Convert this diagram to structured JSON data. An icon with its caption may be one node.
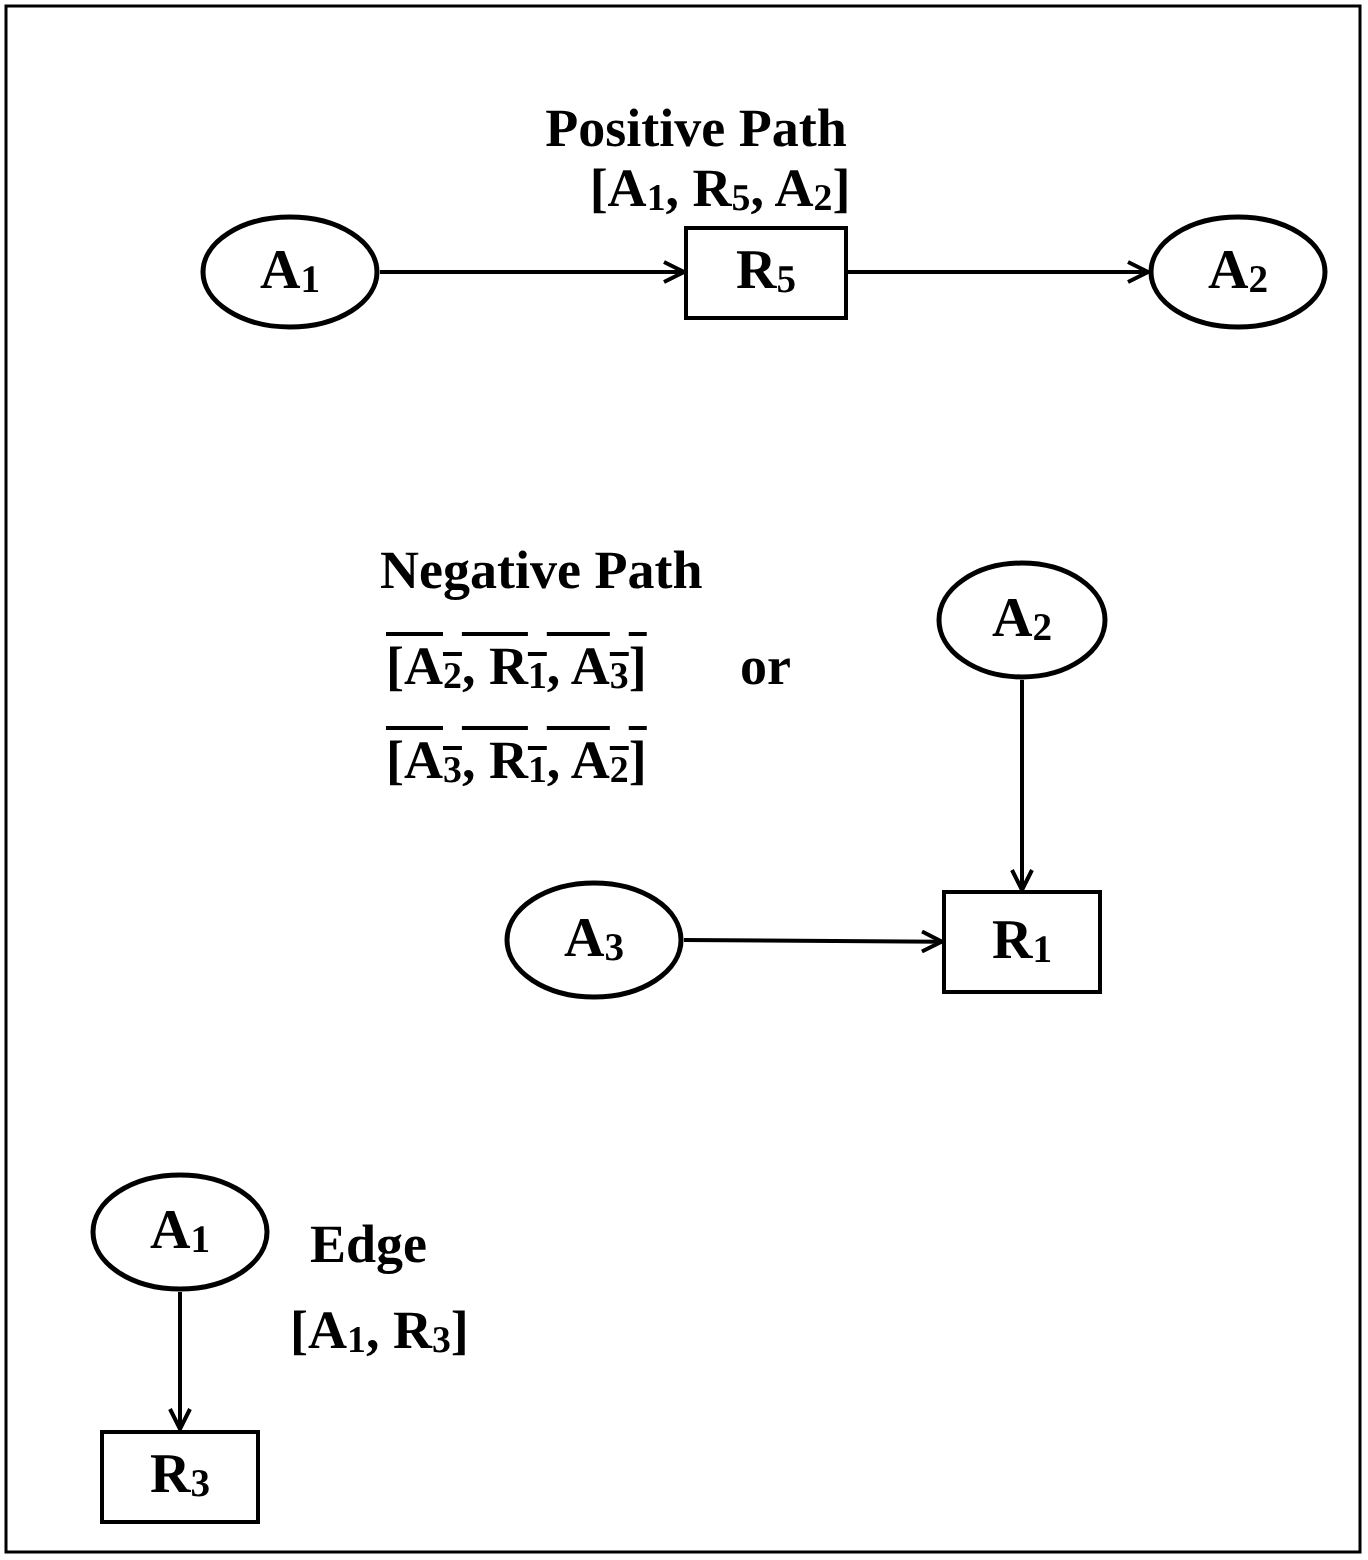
{
  "diagram": {
    "nodes": [
      {
        "text": [
          "A$_{1}$"
        ]
      },
      {
        "text": [
          "R$_{5}$"
        ]
      },
      {
        "text": [
          "A$_{2}$"
        ]
      },
      {
        "text": [
          "A$_{2}$"
        ]
      },
      {
        "text": [
          "A$_{3}$"
        ]
      },
      {
        "text": [
          "R$_{1}$"
        ]
      },
      {
        "text": [
          "A$_{1}$"
        ]
      },
      {
        "text": [
          "R$_{3}$"
        ]
      }
    ],
    "edges": [
      {
        "from": 0,
        "to": 1,
        "arrow": "to"
      },
      {
        "from": 1,
        "to": 2,
        "arrow": "to"
      },
      {
        "from": 3,
        "to": 5,
        "arrow": "to"
      },
      {
        "from": 4,
        "to": 5,
        "arrow": "to"
      },
      {
        "from": 6,
        "to": 7,
        "arrow": "to"
      }
    ],
    "labels": [
      "Positive Path",
      "[A$_{1}$, R$_{5}$, A$_{2}$]",
      "Negative Path",
      "[A$_{2}$, R$_{1}$, A$_{3}$]",
      "or",
      "[A$_{3}$, R$_{1}$, A$_{2}$]",
      "Edge",
      "[A$_{1}$, R$_{3}$]"
    ]
  }
}
